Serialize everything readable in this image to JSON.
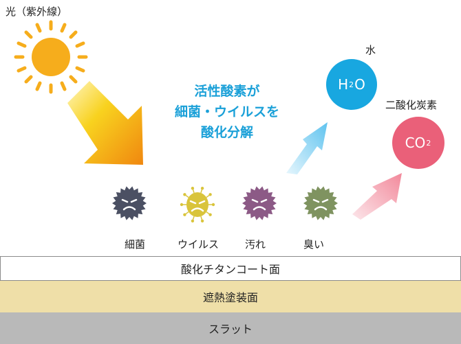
{
  "light_label": "光（紫外線）",
  "center_text": [
    "活性酸素が",
    "細菌・ウイルスを",
    "酸化分解"
  ],
  "water": {
    "label": "水",
    "formula_prefix": "H",
    "formula_sub": "2",
    "formula_suffix": "O"
  },
  "co2": {
    "label": "二酸化炭素",
    "formula_prefix": "CO",
    "formula_sub": "2"
  },
  "microbes": [
    {
      "label": "細菌",
      "color": "#4b5063"
    },
    {
      "label": "ウイルス",
      "color": "#d9c43b"
    },
    {
      "label": "汚れ",
      "color": "#8c5a86"
    },
    {
      "label": "臭い",
      "color": "#7f9360"
    }
  ],
  "layers": {
    "coating": "酸化チタンコート面",
    "paint": "遮熱塗装面",
    "slat": "スラット"
  },
  "colors": {
    "sun": "#f6ad1c",
    "accent_blue": "#1aa0d8",
    "accent_pink": "#ea6079"
  }
}
